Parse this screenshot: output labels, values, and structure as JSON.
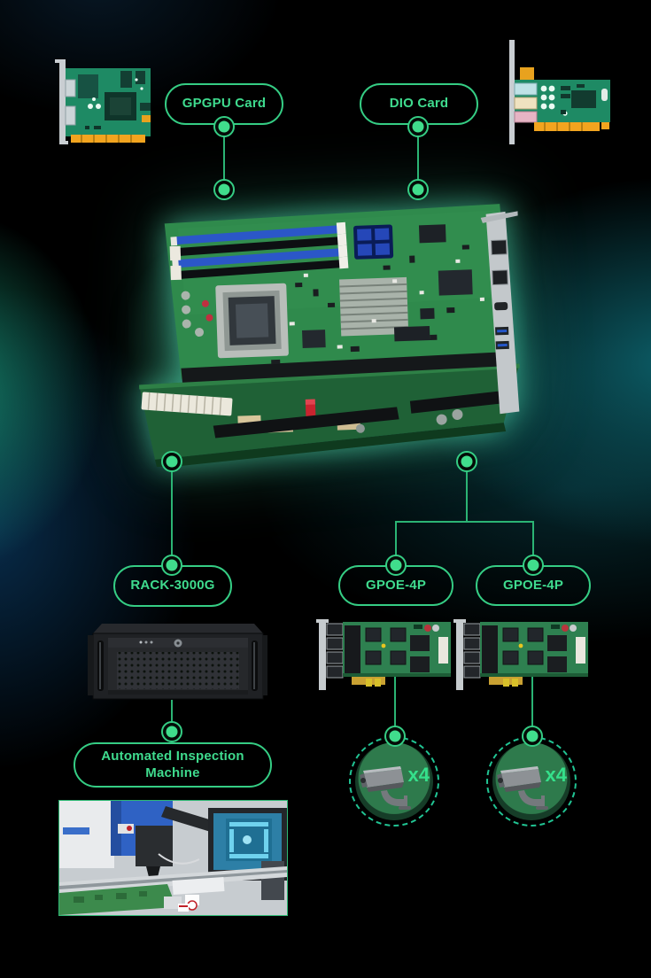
{
  "palette": {
    "accent_green": "#3fdb8e",
    "pill_border_green": "#35cd84",
    "line_green": "#2bb474",
    "dot_green": "#40dd8c",
    "dashed_teal": "#21c493",
    "board_glow": "#60f5c6",
    "background": "#000000"
  },
  "diagram": {
    "top": {
      "gpgpu": {
        "label": "GPGPU Card",
        "icon": "gpgpu-card-illustration"
      },
      "dio": {
        "label": "DIO Card",
        "icon": "dio-card-illustration"
      }
    },
    "center": {
      "board": {
        "icon": "motherboard-photo"
      }
    },
    "bottom_left": {
      "rack": {
        "label": "RACK-3000G",
        "icon": "rack-chassis-photo"
      },
      "inspection": {
        "label": "Automated Inspection Machine",
        "icon": "inspection-machine-photo"
      }
    },
    "bottom_right": {
      "gpoe_left": {
        "label": "GPOE-4P",
        "icon": "poe-card-photo",
        "camera_count": "x4",
        "camera_icon": "cctv-camera-icon"
      },
      "gpoe_right": {
        "label": "GPOE-4P",
        "icon": "poe-card-photo",
        "camera_count": "x4",
        "camera_icon": "cctv-camera-icon"
      }
    }
  }
}
